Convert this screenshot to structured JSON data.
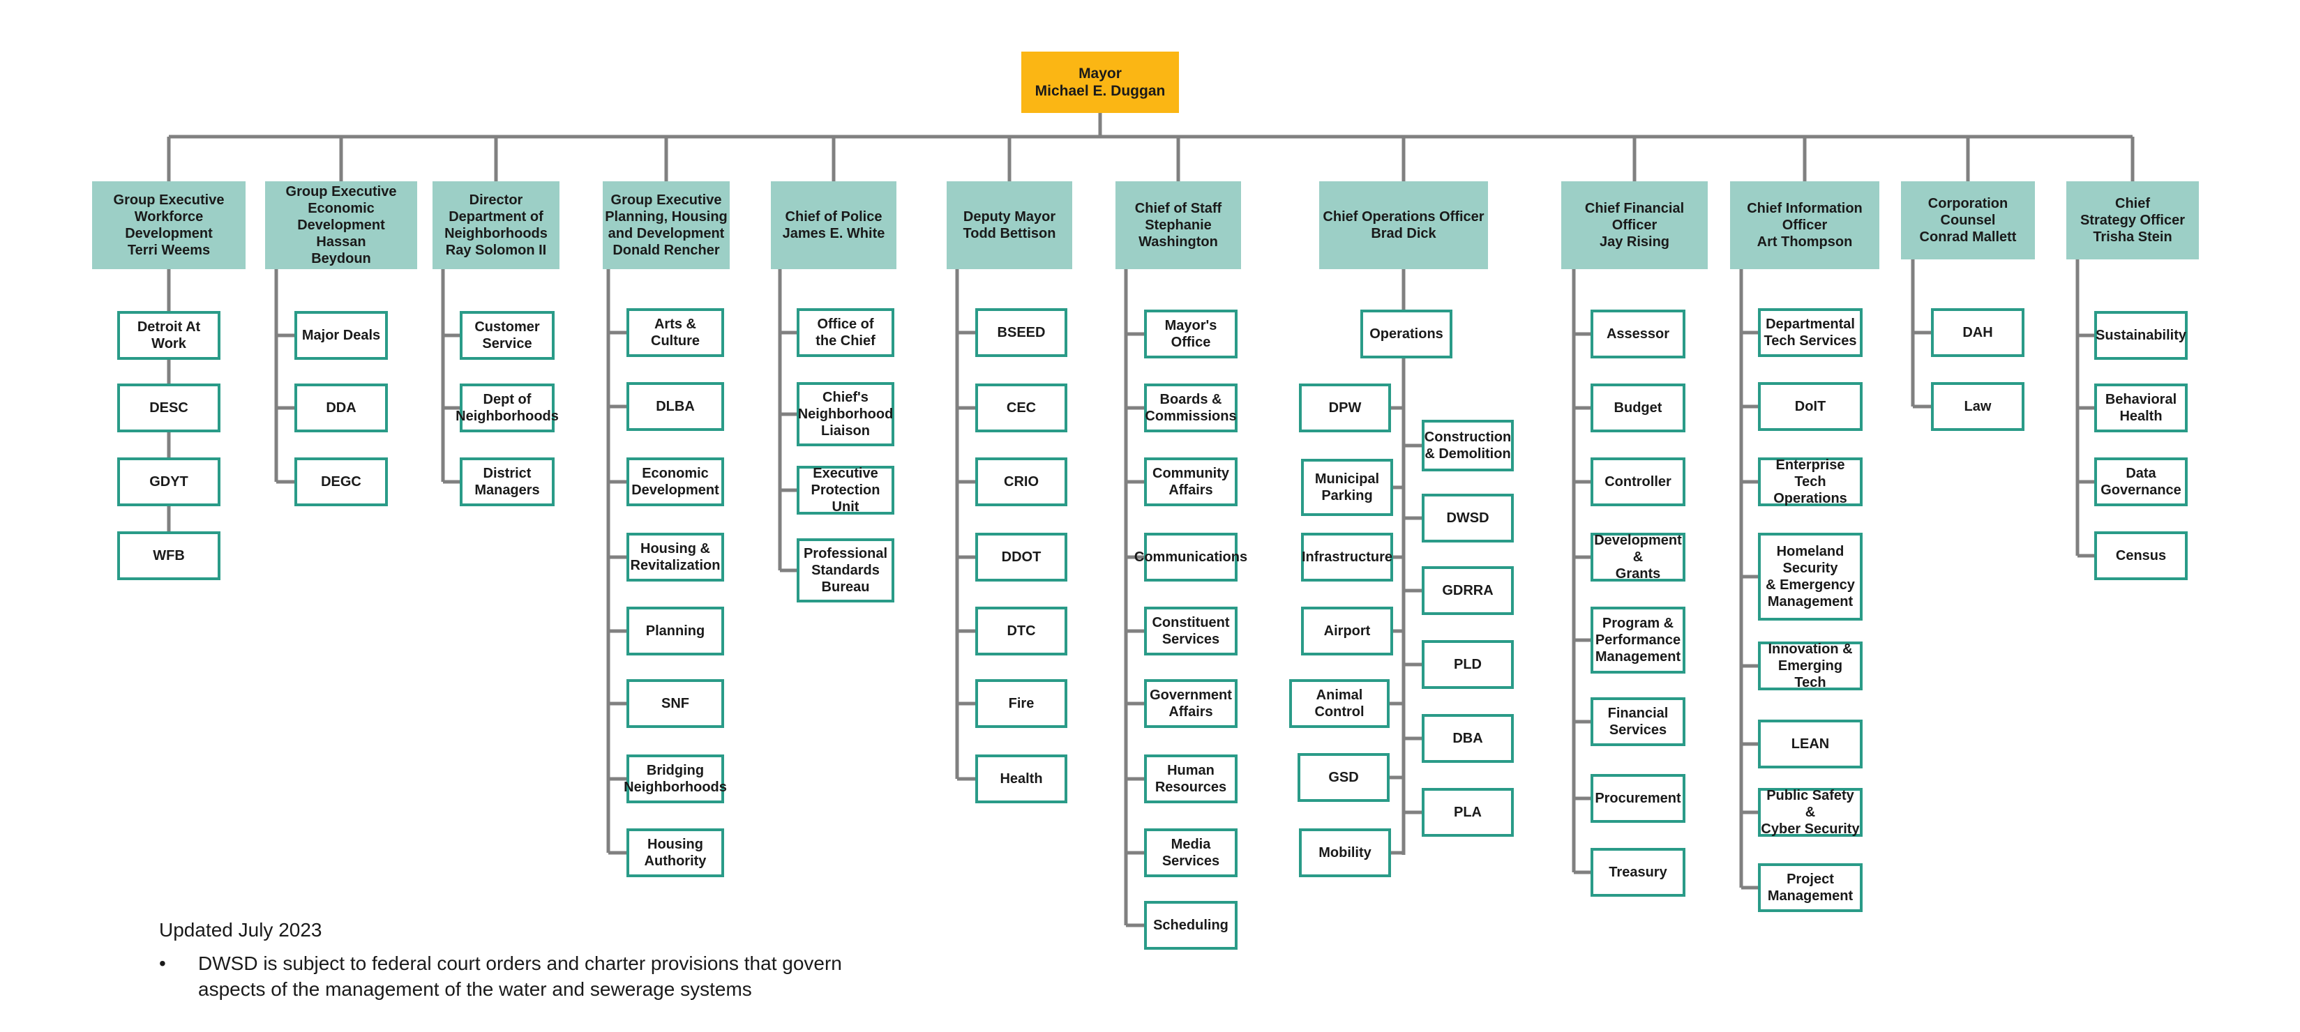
{
  "chart": {
    "mayor": {
      "lines": [
        "Mayor",
        "Michael E. Duggan"
      ]
    },
    "columns": [
      {
        "id": "workforce",
        "head": [
          "Group Executive",
          "Workforce Development",
          "Terri Weems"
        ],
        "units": [
          [
            "Detroit At Work"
          ],
          [
            "DESC"
          ],
          [
            "GDYT"
          ],
          [
            "WFB"
          ]
        ]
      },
      {
        "id": "econdev",
        "head": [
          "Group Executive",
          "Economic Development",
          "Hassan",
          "Beydoun"
        ],
        "units": [
          [
            "Major Deals"
          ],
          [
            "DDA"
          ],
          [
            "DEGC"
          ]
        ]
      },
      {
        "id": "neighborhoods",
        "head": [
          "Director",
          "Department of",
          "Neighborhoods",
          "Ray Solomon II"
        ],
        "units": [
          [
            "Customer",
            "Service"
          ],
          [
            "Dept of",
            "Neighborhoods"
          ],
          [
            "District",
            "Managers"
          ]
        ]
      },
      {
        "id": "planning",
        "head": [
          "Group Executive",
          "Planning, Housing",
          "and Development",
          "Donald Rencher"
        ],
        "units": [
          [
            "Arts & Culture"
          ],
          [
            "DLBA"
          ],
          [
            "Economic",
            "Development"
          ],
          [
            "Housing &",
            "Revitalization"
          ],
          [
            "Planning"
          ],
          [
            "SNF"
          ],
          [
            "Bridging",
            "Neighborhoods"
          ],
          [
            "Housing",
            "Authority"
          ]
        ]
      },
      {
        "id": "police",
        "head": [
          "Chief of Police",
          "James E. White"
        ],
        "units": [
          [
            "Office of",
            "the Chief"
          ],
          [
            "Chief's",
            "Neighborhood",
            "Liaison"
          ],
          [
            "Executive",
            "Protection Unit"
          ],
          [
            "Professional",
            "Standards",
            "Bureau"
          ]
        ]
      },
      {
        "id": "deputy",
        "head": [
          "Deputy Mayor",
          "Todd Bettison"
        ],
        "units": [
          [
            "BSEED"
          ],
          [
            "CEC"
          ],
          [
            "CRIO"
          ],
          [
            "DDOT"
          ],
          [
            "DTC"
          ],
          [
            "Fire"
          ],
          [
            "Health"
          ]
        ]
      },
      {
        "id": "staff",
        "head": [
          "Chief of Staff",
          "Stephanie",
          "Washington"
        ],
        "units": [
          [
            "Mayor's Office"
          ],
          [
            "Boards &",
            "Commissions"
          ],
          [
            "Community",
            "Affairs"
          ],
          [
            "Communications"
          ],
          [
            "Constituent",
            "Services"
          ],
          [
            "Government",
            "Affairs"
          ],
          [
            "Human",
            "Resources"
          ],
          [
            "Media Services"
          ],
          [
            "Scheduling"
          ]
        ]
      },
      {
        "id": "operations",
        "head": [
          "Chief Operations Officer",
          "Brad Dick"
        ],
        "group": [
          "Operations"
        ],
        "left_units": [
          [
            "DPW"
          ],
          [
            "Municipal",
            "Parking"
          ],
          [
            "Infrastructure"
          ],
          [
            "Airport"
          ],
          [
            "Animal Control"
          ],
          [
            "GSD"
          ],
          [
            "Mobility"
          ]
        ],
        "right_units": [
          [
            "Construction",
            "& Demolition"
          ],
          [
            "DWSD"
          ],
          [
            "GDRRA"
          ],
          [
            "PLD"
          ],
          [
            "DBA"
          ],
          [
            "PLA"
          ]
        ]
      },
      {
        "id": "finance",
        "head": [
          "Chief Financial Officer",
          "Jay Rising"
        ],
        "units": [
          [
            "Assessor"
          ],
          [
            "Budget"
          ],
          [
            "Controller"
          ],
          [
            "Development &",
            "Grants"
          ],
          [
            "Program &",
            "Performance",
            "Management"
          ],
          [
            "Financial",
            "Services"
          ],
          [
            "Procurement"
          ],
          [
            "Treasury"
          ]
        ]
      },
      {
        "id": "info",
        "head": [
          "Chief Information",
          "Officer",
          "Art Thompson"
        ],
        "units": [
          [
            "Departmental",
            "Tech Services"
          ],
          [
            "DoIT"
          ],
          [
            "Enterprise Tech",
            "Operations"
          ],
          [
            "Homeland",
            "Security",
            "& Emergency",
            "Management"
          ],
          [
            "Innovation &",
            "Emerging Tech"
          ],
          [
            "LEAN"
          ],
          [
            "Public Safety &",
            "Cyber Security"
          ],
          [
            "Project",
            "Management"
          ]
        ]
      },
      {
        "id": "corpcounsel",
        "head": [
          "Corporation Counsel",
          "Conrad Mallett"
        ],
        "units": [
          [
            "DAH"
          ],
          [
            "Law"
          ]
        ]
      },
      {
        "id": "strategy",
        "head": [
          "Chief",
          "Strategy Officer",
          "Trisha Stein"
        ],
        "units": [
          [
            "Sustainability"
          ],
          [
            "Behavioral",
            "Health"
          ],
          [
            "Data",
            "Governance"
          ],
          [
            "Census"
          ]
        ]
      }
    ]
  },
  "footer": {
    "updated": "Updated July 2023",
    "bullet": "•",
    "note_lines": [
      "DWSD is subject to federal court orders and charter provisions that govern",
      "aspects of the management of the water and sewerage systems"
    ]
  },
  "colors": {
    "mayor_fill": "#fbb614",
    "exec_fill": "#9ccfc6",
    "unit_border": "#2a9b88",
    "connector": "#808080"
  }
}
